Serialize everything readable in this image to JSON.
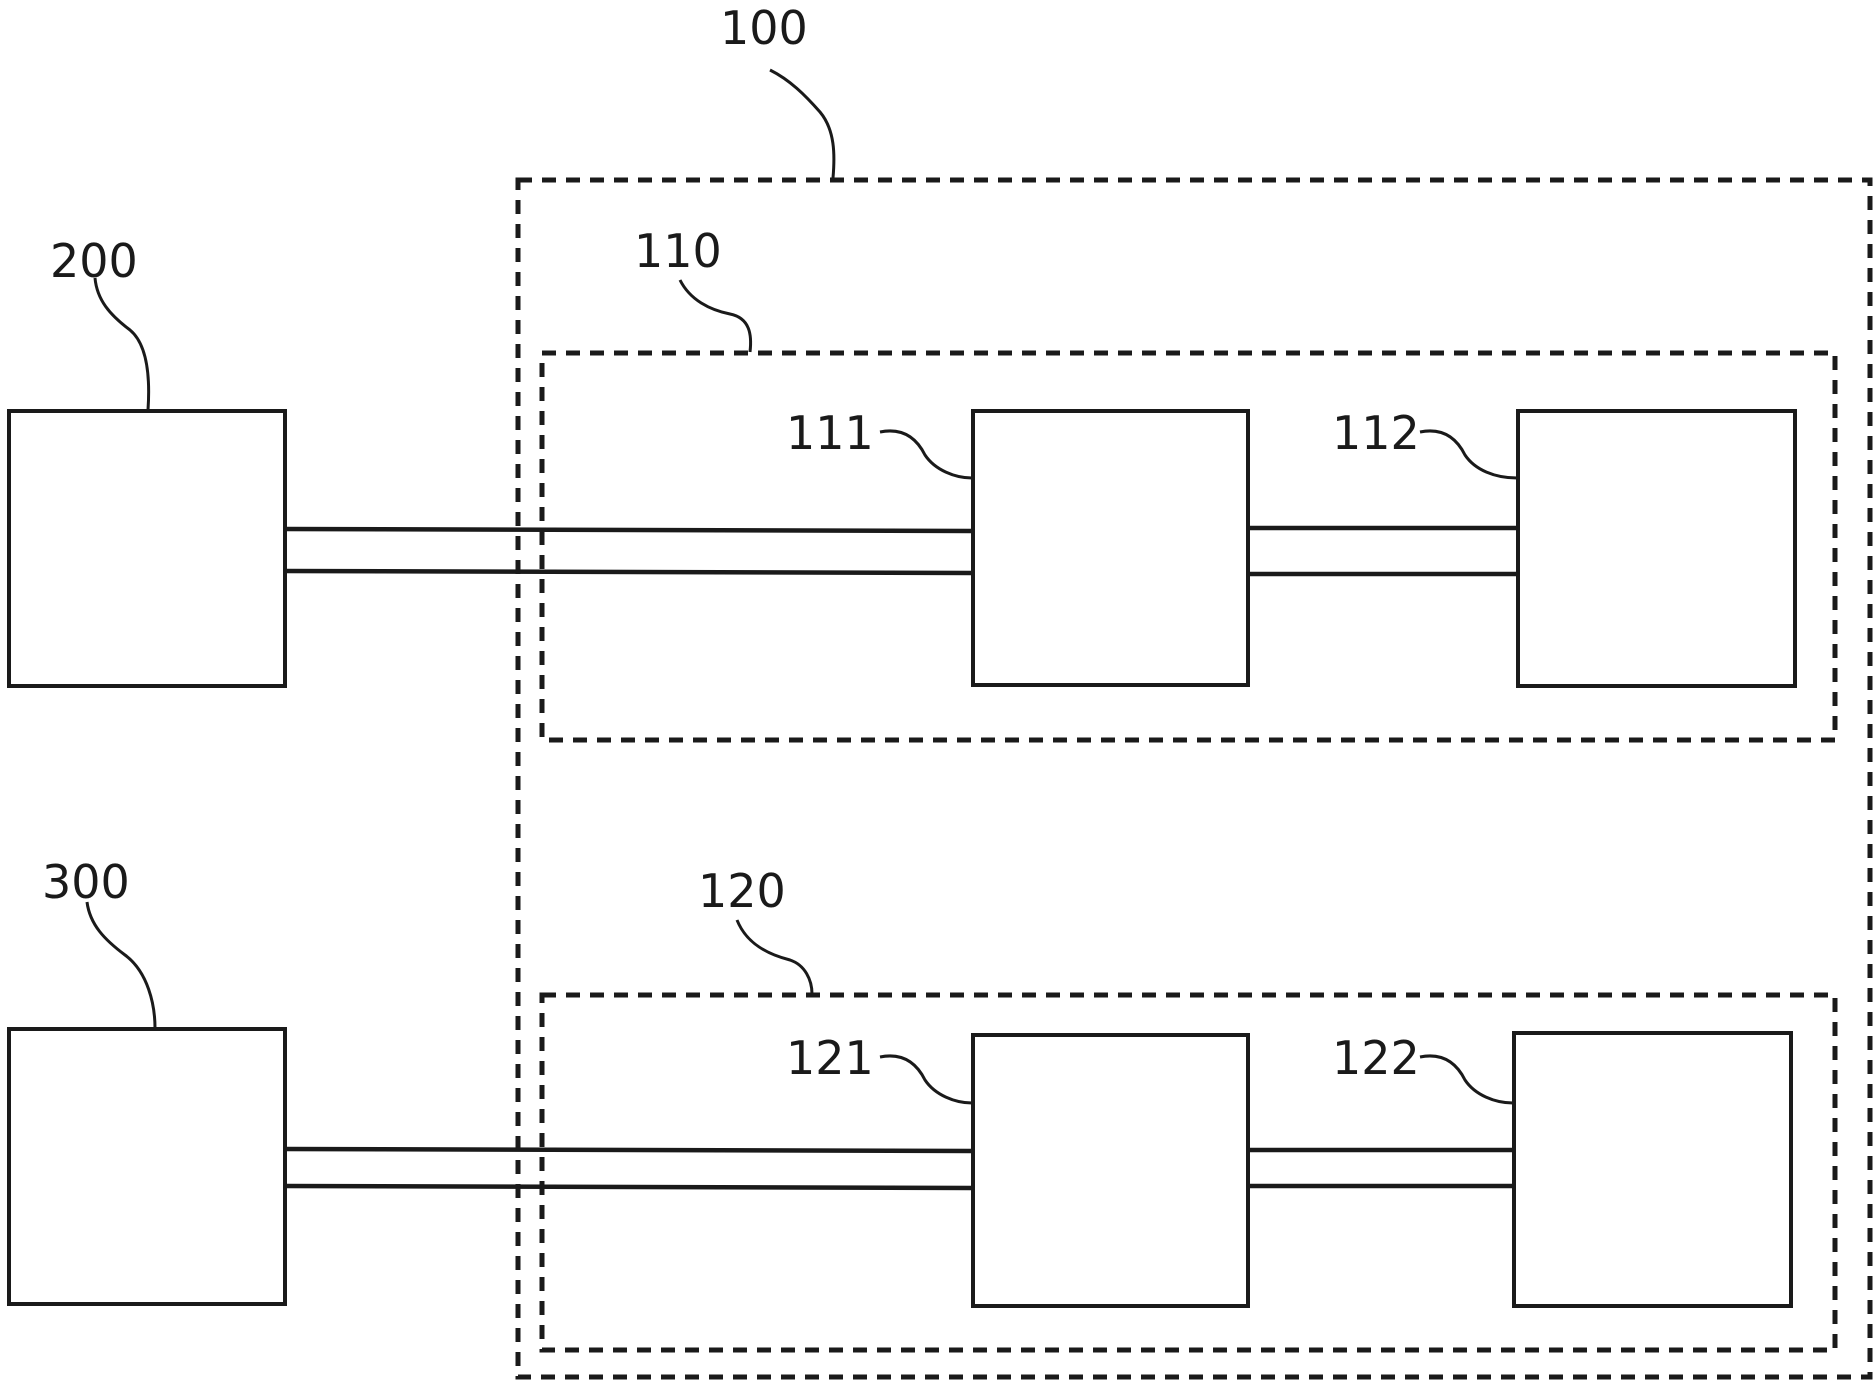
{
  "diagram": {
    "labels": {
      "system": "100",
      "group_upper": "110",
      "group_lower": "120",
      "block_111": "111",
      "block_112": "112",
      "block_121": "121",
      "block_122": "122",
      "external_upper": "200",
      "external_lower": "300"
    },
    "colors": {
      "stroke": "#1a1a1a",
      "background": "#ffffff"
    }
  }
}
